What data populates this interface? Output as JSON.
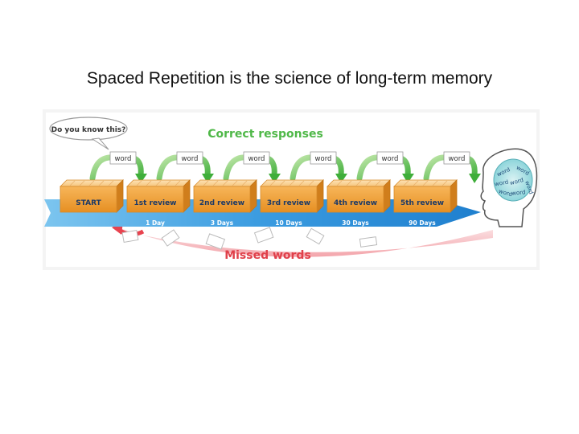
{
  "slide": {
    "title": "Spaced Repetition is the science of long-term memory"
  },
  "diagram": {
    "bubble_text": "Do you know this?",
    "correct_label": "Correct responses",
    "missed_label": "Missed words",
    "word_label": "word",
    "start_label": "START",
    "stages": [
      {
        "label": "1st review",
        "interval": "1 Day"
      },
      {
        "label": "2nd review",
        "interval": "3 Days"
      },
      {
        "label": "3rd review",
        "interval": "10 Days"
      },
      {
        "label": "4th review",
        "interval": "30 Days"
      },
      {
        "label": "5th review",
        "interval": "90 Days"
      }
    ],
    "head_words": [
      "word",
      "word",
      "word",
      "word",
      "word",
      "word",
      "word"
    ],
    "colors": {
      "correct_green": "#4fb848",
      "missed_red": "#e8434f",
      "timeline_blue": "#2c8fd8",
      "box_orange": "#f1a23c"
    }
  }
}
